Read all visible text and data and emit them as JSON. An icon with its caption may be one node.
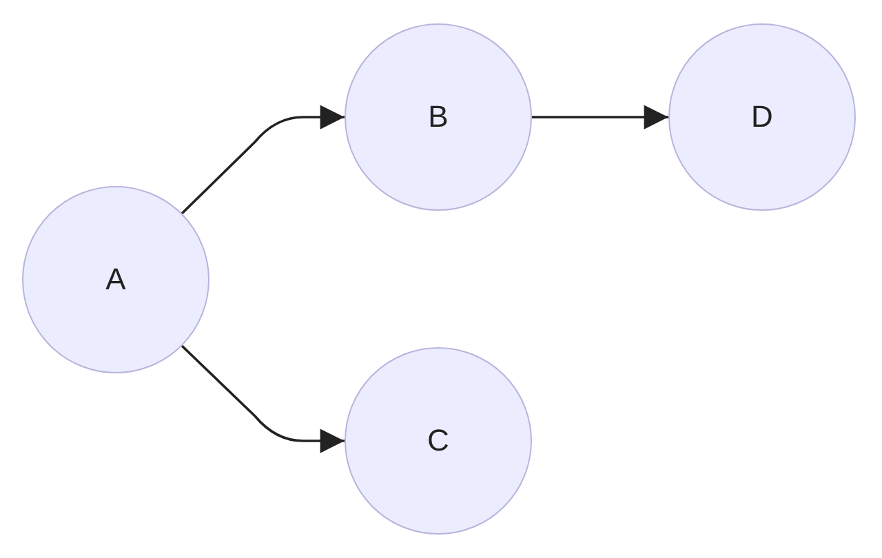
{
  "diagram": {
    "nodes": [
      {
        "text": [
          "A"
        ]
      },
      {
        "text": [
          "B"
        ]
      },
      {
        "text": [
          "D"
        ]
      },
      {
        "text": [
          "C"
        ]
      }
    ],
    "edges": [
      {
        "from": 0,
        "to": 1,
        "arrow": "to"
      },
      {
        "from": 1,
        "to": 2,
        "arrow": "to"
      },
      {
        "from": 0,
        "to": 3,
        "arrow": "to"
      }
    ]
  }
}
